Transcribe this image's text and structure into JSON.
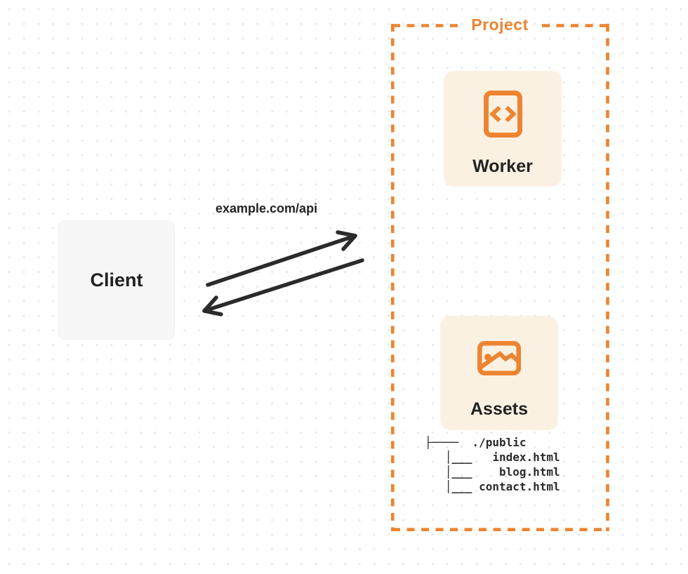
{
  "colors": {
    "accent": "#ED8431",
    "card-bg": "#FBF1E3",
    "client-bg": "#F7F7F7",
    "ink": "#222222",
    "arrow": "#2B2B2B",
    "dot": "#E7E7E7",
    "canvas-bg": "#FFFFFF"
  },
  "project": {
    "label": "Project",
    "worker": {
      "label": "Worker",
      "icon": "code-file-icon"
    },
    "assets": {
      "label": "Assets",
      "icon": "image-icon"
    },
    "file_tree": {
      "lines": [
        "├────  ./public",
        "   │___   index.html",
        "   │___    blog.html",
        "   │___ contact.html"
      ]
    }
  },
  "client": {
    "label": "Client"
  },
  "request": {
    "label": "example.com/api"
  }
}
